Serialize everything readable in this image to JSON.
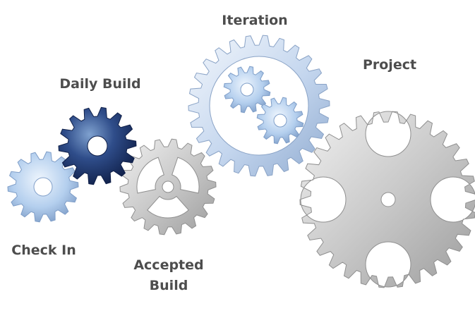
{
  "labels": {
    "iteration": "Iteration",
    "project": "Project",
    "daily_build": "Daily Build",
    "check_in": "Check In",
    "accepted_line1": "Accepted",
    "accepted_line2": "Build"
  },
  "colors": {
    "light_blue": "#b4cfee",
    "dark_navy": "#1c3266",
    "silver": "#c9c9c9",
    "label_gray": "#4d4d4d"
  }
}
